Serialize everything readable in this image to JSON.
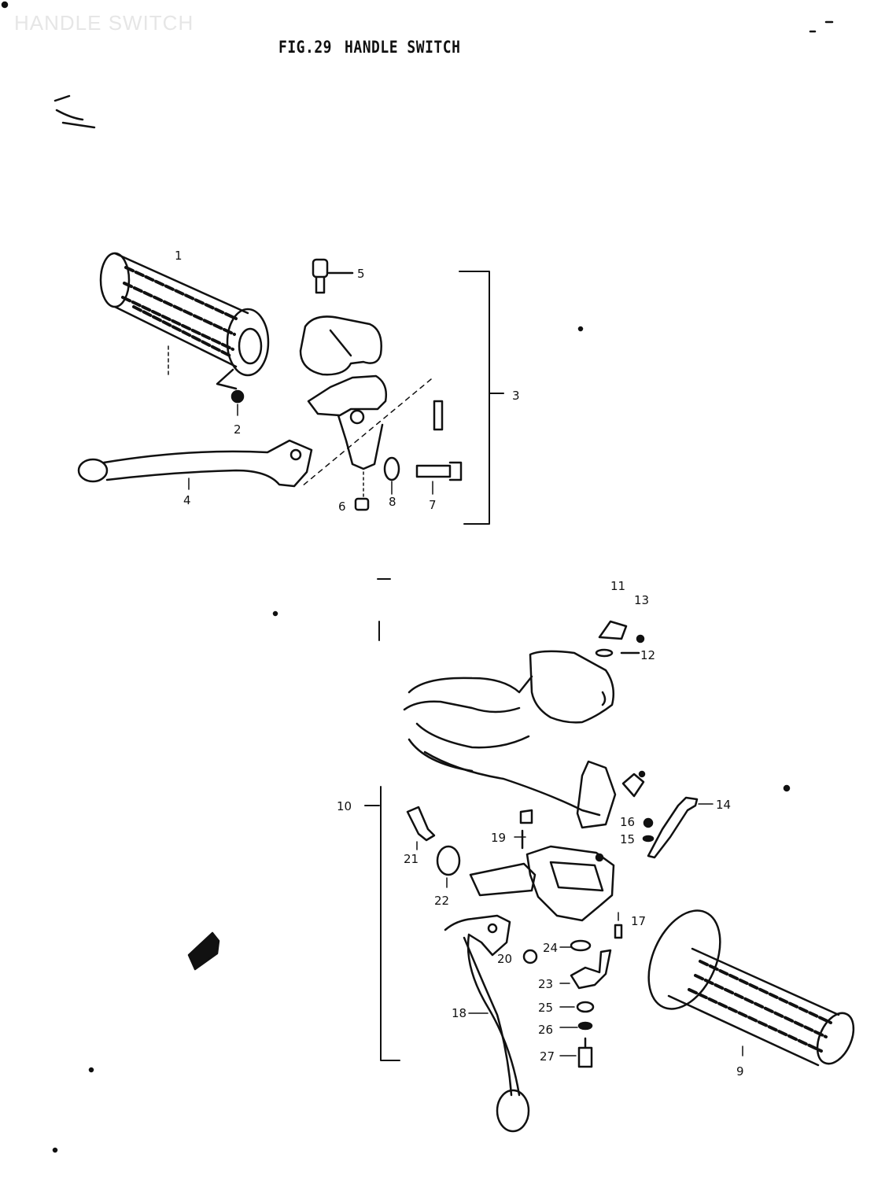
{
  "header": {
    "watermark": "HANDLE SWITCH",
    "figure_number": "FIG.29",
    "figure_title": "HANDLE SWITCH"
  },
  "callouts": {
    "c1_top": "1",
    "c2": "2",
    "c3": "3",
    "c4": "4",
    "c5": "5",
    "c6": "6",
    "c7": "7",
    "c8": "8",
    "c9": "9",
    "c10": "10",
    "c11": "11",
    "c12": "12",
    "c13": "13",
    "c14": "14",
    "c15": "15",
    "c16": "16",
    "c17": "17",
    "c18": "18",
    "c19": "19",
    "c20": "20",
    "c21": "21",
    "c22": "22",
    "c23": "23",
    "c24": "24",
    "c25": "25",
    "c26": "26",
    "c27": "27"
  }
}
